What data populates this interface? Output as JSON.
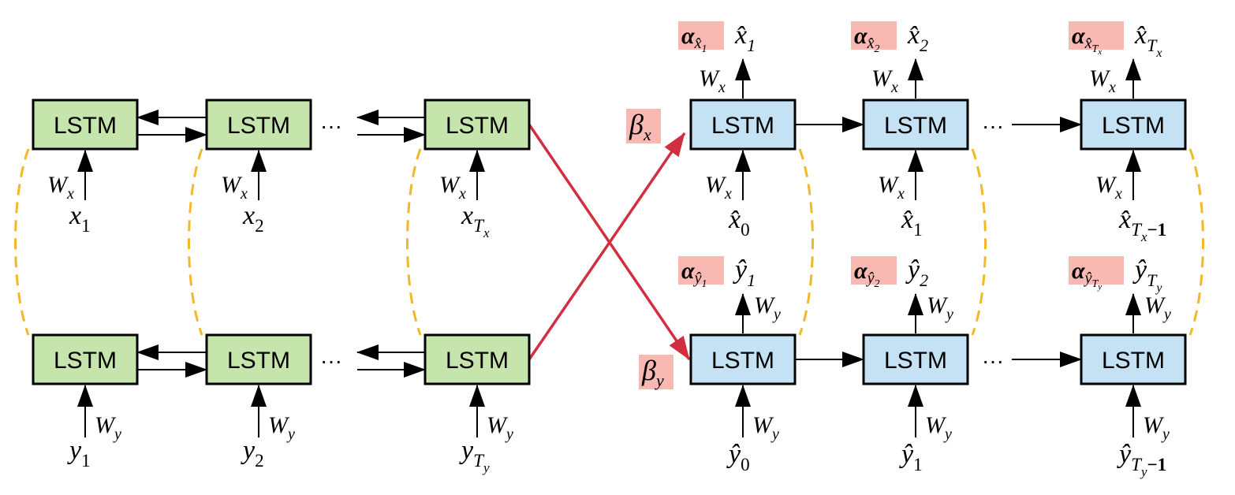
{
  "colors": {
    "encoder_fill": "#c6e5ad",
    "decoder_fill": "#c4e2f4",
    "outline": "#000000",
    "cross_arrow": "#d12f3f",
    "dashed_link": "#f2b82a",
    "highlight": "#f7b9b2"
  },
  "box_label": "LSTM",
  "ellipsis": "···",
  "labels": {
    "wx": "W",
    "wx_sub": "x",
    "wy": "W",
    "wy_sub": "y",
    "enc_x": [
      {
        "base": "x",
        "sub": "1",
        "subsub": ""
      },
      {
        "base": "x",
        "sub": "2",
        "subsub": ""
      },
      {
        "base": "x",
        "sub": "T",
        "subsub": "x"
      }
    ],
    "enc_y": [
      {
        "base": "y",
        "sub": "1",
        "subsub": ""
      },
      {
        "base": "y",
        "sub": "2",
        "subsub": ""
      },
      {
        "base": "y",
        "sub": "T",
        "subsub": "y"
      }
    ],
    "dec_x_in": [
      {
        "base": "x̂",
        "sub": "0",
        "subsub": "",
        "tail": ""
      },
      {
        "base": "x̂",
        "sub": "1",
        "subsub": "",
        "tail": ""
      },
      {
        "base": "x̂",
        "sub": "T",
        "subsub": "x",
        "tail": "−1"
      }
    ],
    "dec_y_in": [
      {
        "base": "ŷ",
        "sub": "0",
        "subsub": "",
        "tail": ""
      },
      {
        "base": "ŷ",
        "sub": "1",
        "subsub": "",
        "tail": ""
      },
      {
        "base": "ŷ",
        "sub": "T",
        "subsub": "y",
        "tail": "−1"
      }
    ],
    "dec_x_out": [
      {
        "alpha": "α",
        "hat": "x̂",
        "sub": "1",
        "subsub": "",
        "out": "x̂",
        "out_sub": "1",
        "out_subsub": ""
      },
      {
        "alpha": "α",
        "hat": "x̂",
        "sub": "2",
        "subsub": "",
        "out": "x̂",
        "out_sub": "2",
        "out_subsub": ""
      },
      {
        "alpha": "α",
        "hat": "x̂",
        "sub": "T",
        "subsub": "x",
        "out": "x̂",
        "out_sub": "T",
        "out_subsub": "x"
      }
    ],
    "dec_y_out": [
      {
        "alpha": "α",
        "hat": "ŷ",
        "sub": "1",
        "subsub": "",
        "out": "ŷ",
        "out_sub": "1",
        "out_subsub": ""
      },
      {
        "alpha": "α",
        "hat": "ŷ",
        "sub": "2",
        "subsub": "",
        "out": "ŷ",
        "out_sub": "2",
        "out_subsub": ""
      },
      {
        "alpha": "α",
        "hat": "ŷ",
        "sub": "T",
        "subsub": "y",
        "out": "ŷ",
        "out_sub": "T",
        "out_subsub": "y"
      }
    ],
    "beta_x": {
      "base": "β",
      "sub": "x"
    },
    "beta_y": {
      "base": "β",
      "sub": "y"
    }
  }
}
